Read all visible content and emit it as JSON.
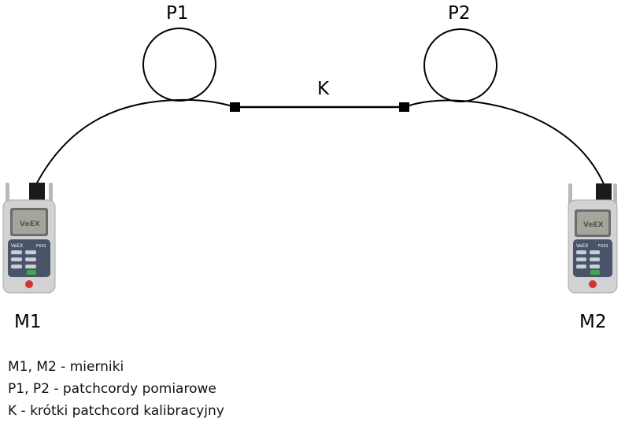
{
  "labels": {
    "p1": "P1",
    "p2": "P2",
    "k": "K",
    "m1": "M1",
    "m2": "M2"
  },
  "device": {
    "brand": "VeEX",
    "model": "FX41"
  },
  "legend": [
    "M1, M2 - mierniki",
    "P1, P2 - patchcordy pomiarowe",
    "K - krótki patchcord kalibracyjny"
  ]
}
